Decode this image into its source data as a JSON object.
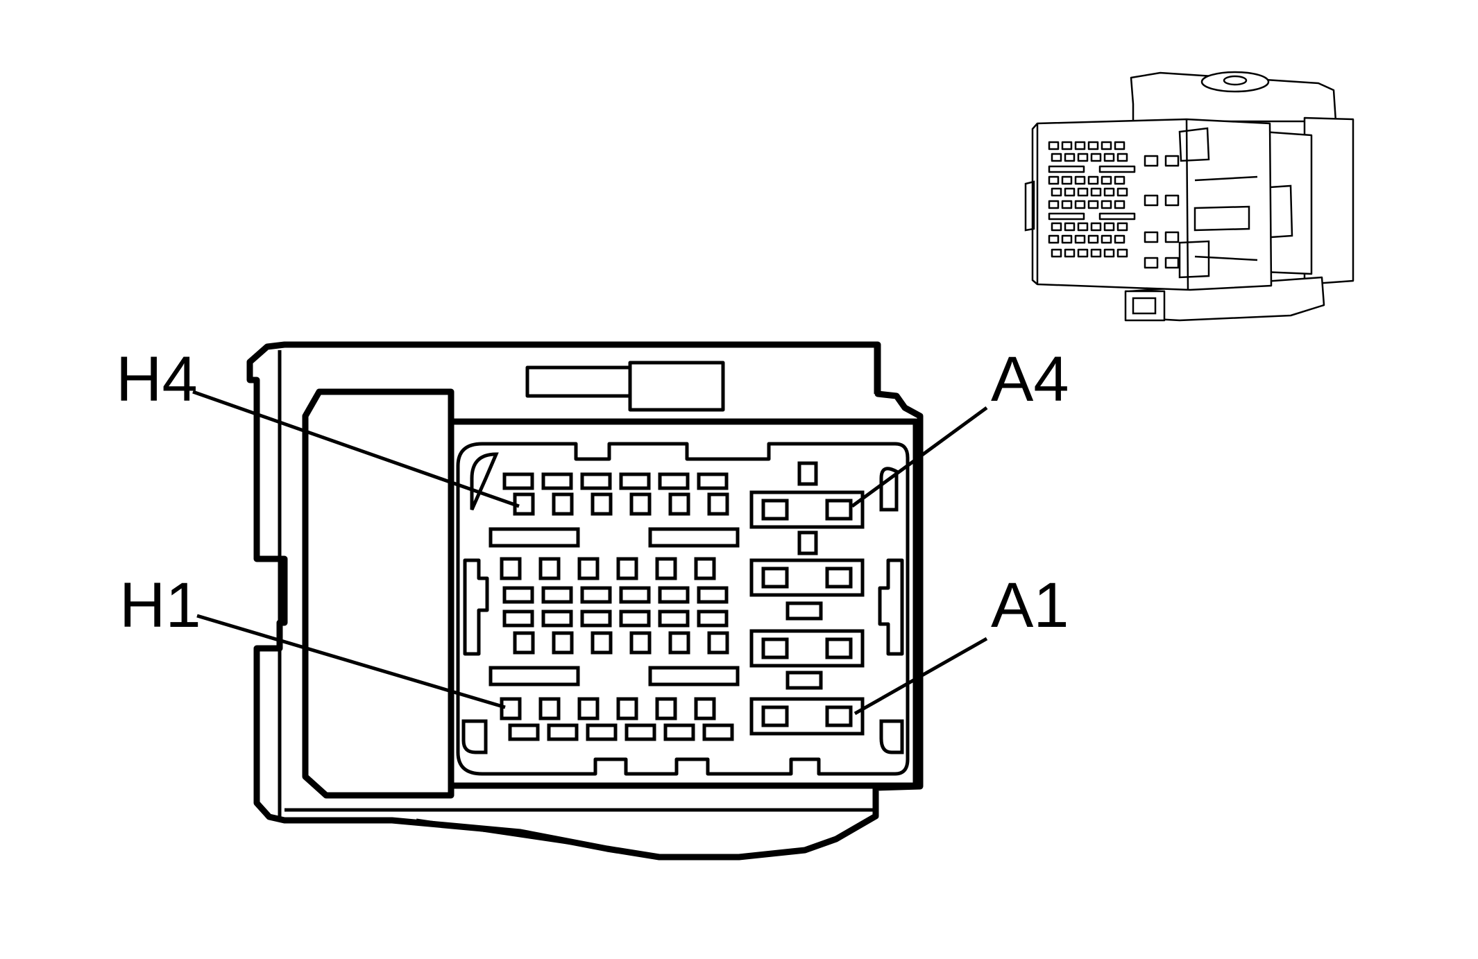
{
  "labels": {
    "h4": "H4",
    "h1": "H1",
    "a4": "A4",
    "a1": "A1"
  }
}
